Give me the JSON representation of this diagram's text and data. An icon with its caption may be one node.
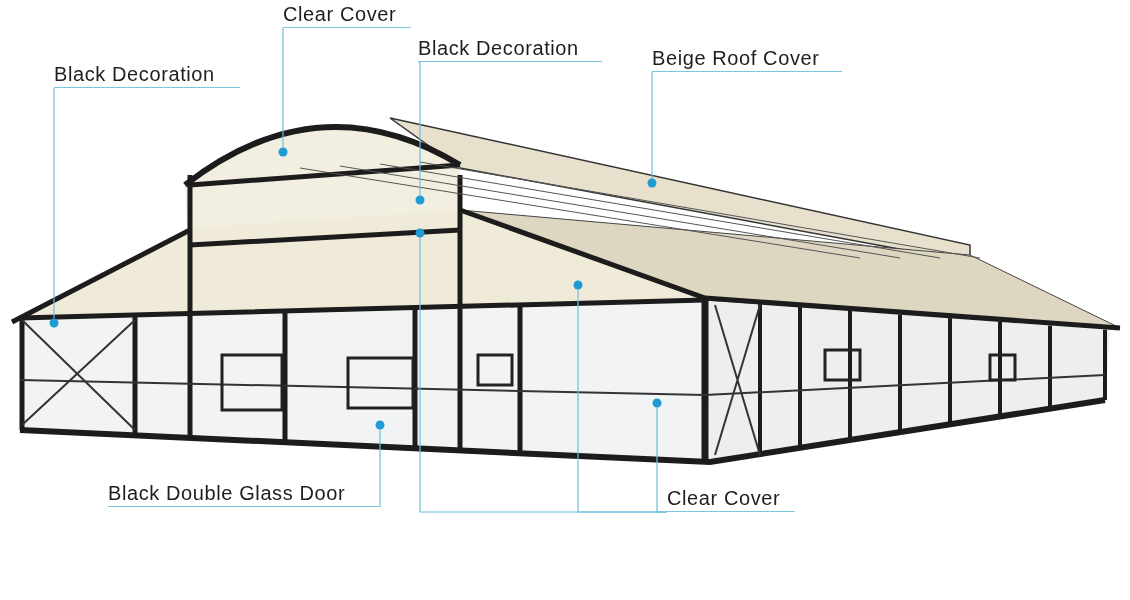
{
  "diagram": {
    "nodes": [
      {
        "text": [
          "Clear Cover"
        ]
      },
      {
        "text": [
          "Black Decoration"
        ]
      },
      {
        "text": [
          "Black Decoration"
        ]
      },
      {
        "text": [
          "Beige Roof Cover"
        ]
      },
      {
        "text": [
          "Black Double Glass Door"
        ]
      },
      {
        "text": [
          "Clear Cover"
        ]
      },
      {
        "text": [],
        "shape": "circle"
      },
      {
        "text": [],
        "shape": "circle"
      },
      {
        "text": [],
        "shape": "circle"
      },
      {
        "text": [],
        "shape": "circle"
      },
      {
        "text": [],
        "shape": "circle"
      },
      {
        "text": [],
        "shape": "circle"
      },
      {
        "text": [],
        "shape": "circle"
      },
      {
        "text": [],
        "shape": "circle"
      }
    ],
    "edges": [
      {
        "from": 0,
        "to": 6,
        "arrow": "none"
      },
      {
        "from": 1,
        "to": 11,
        "arrow": "none"
      },
      {
        "from": 2,
        "to": 8,
        "arrow": "none"
      },
      {
        "from": 3,
        "to": 7,
        "arrow": "none"
      },
      {
        "from": 4,
        "to": 13,
        "arrow": "none"
      },
      {
        "from": 5,
        "to": 9,
        "arrow": "none"
      },
      {
        "from": 5,
        "to": 10,
        "arrow": "none"
      },
      {
        "from": 5,
        "to": 12,
        "arrow": "none"
      }
    ]
  }
}
